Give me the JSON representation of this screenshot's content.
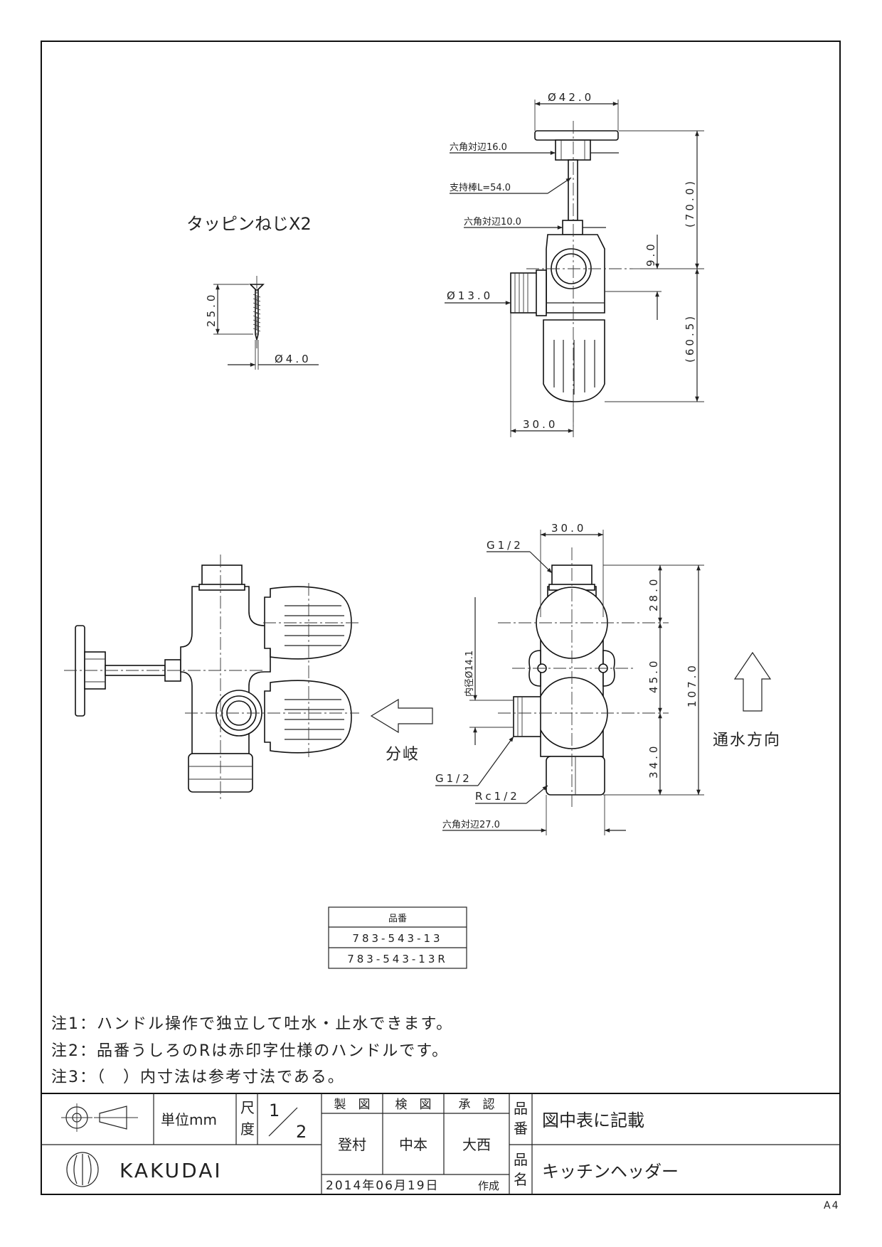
{
  "screw": {
    "label": "タッピンねじX2",
    "length_dim": "25.0",
    "dia_dim": "Ø4.0"
  },
  "top_view": {
    "dims": {
      "plate_dia": "Ø42.0",
      "hex1": "六角対辺16.0",
      "rod": "支持棒L=54.0",
      "hex2": "六角対辺10.0",
      "upper": "(70.0)",
      "offset": "9.0",
      "port_dia": "Ø13.0",
      "lower": "(60.5)",
      "width": "30.0"
    }
  },
  "side_view": {
    "branch_label": "分岐"
  },
  "front_view": {
    "dims": {
      "width": "30.0",
      "thread_top": "G1/2",
      "inner_dia": "内径Ø14.1",
      "d1": "28.0",
      "d2": "45.0",
      "d3": "34.0",
      "total": "107.0",
      "thread_side": "G1/2",
      "thread_bottom": "Rc1/2",
      "hex_bottom": "六角対辺27.0"
    },
    "flow_label": "通水方向"
  },
  "part_table": {
    "header": "品番",
    "rows": [
      "783-543-13",
      "783-543-13R"
    ]
  },
  "notes": [
    "注1：ハンドル操作で独立して吐水・止水できます。",
    "注2：品番うしろのRは赤印字仕様のハンドルです。",
    "注3：（　）内寸法は参考寸法である。"
  ],
  "title_block": {
    "unit": "単位mm",
    "scale_label_1": "尺",
    "scale_label_2": "度",
    "scale_num": "1",
    "scale_den": "2",
    "drawn_h": "製　図",
    "checked_h": "検　図",
    "approved_h": "承　認",
    "drawn": "登村",
    "checked": "中本",
    "approved": "大西",
    "pn_label_1": "品",
    "pn_label_2": "番",
    "pn_value": "図中表に記載",
    "name_label_1": "品",
    "name_label_2": "名",
    "name_value": "キッチンヘッダー",
    "brand": "KAKUDAI",
    "date": "2014年06月19日",
    "created": "作成"
  },
  "sheet_size": "A4"
}
